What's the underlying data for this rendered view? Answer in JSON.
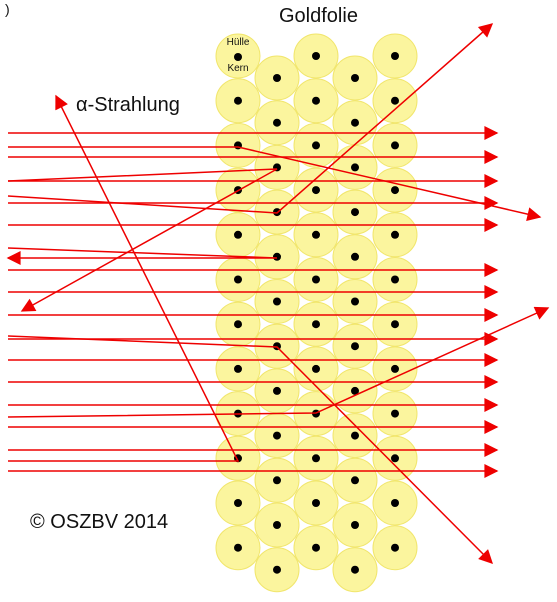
{
  "corner_mark": ")",
  "foil_title": "Goldfolie",
  "alpha_label": "α-Strahlung",
  "legend": {
    "shell_label": "Hülle",
    "nucleus_label": "Kern"
  },
  "copyright": "© OSZBV 2014",
  "colors": {
    "shell": "#fbf59e",
    "shell_edge": "#f1e66d",
    "nucleus": "#000000",
    "ray": "#ee0000",
    "text": "#111111",
    "background": "#ffffff"
  }
}
